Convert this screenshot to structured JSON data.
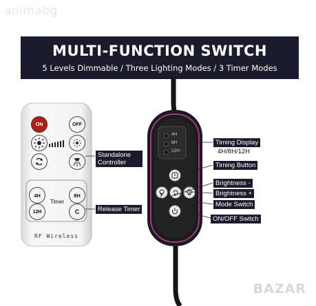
{
  "watermark": {
    "top_left": "animabg",
    "bottom_right": "BAZAR"
  },
  "banner": {
    "title": "MULTI-FUNCTION SWITCH",
    "subtitle": "5 Levels Dimmable / Three Lighting Modes / 3 Timer Modes"
  },
  "remote": {
    "on_label": "ON",
    "off_label": "OFF",
    "timer_label": "Timer",
    "timer_4h": "4H",
    "timer_8h": "8H",
    "timer_12h": "12H",
    "release_key": "C",
    "footer": "RF Wireless"
  },
  "remote_callouts": {
    "standalone_controller": "Standalone Controller",
    "release_timer": "Release Timer"
  },
  "switch": {
    "indicator_4h": "4H",
    "indicator_8h": "8H",
    "indicator_12h": "12H"
  },
  "switch_callouts": {
    "timing_display": "Timing Display",
    "timing_values": "4H/8H/12H",
    "timing_button": "Timing Button",
    "brightness_minus": "Brightness -",
    "brightness_plus": "Brightness +",
    "mode_switch": "Mode Switch",
    "on_off_switch": "ON/OFF Switch"
  },
  "colors": {
    "banner": "#1c1b2b",
    "on_button": "#a8211e",
    "led_ring": "#9b3a8a"
  }
}
